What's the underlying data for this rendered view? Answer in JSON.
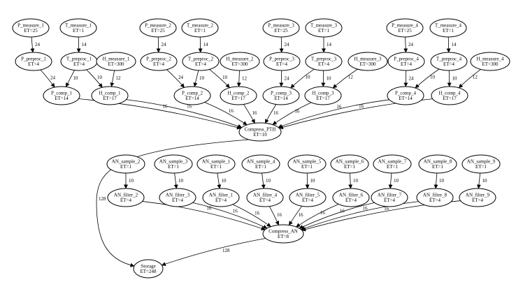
{
  "diagram": {
    "nodes": [
      {
        "id": "p_measure_1",
        "line1": "P_measure_1",
        "line2": "ET=25"
      },
      {
        "id": "t_measure_1",
        "line1": "T_measure_1",
        "line2": "ET=1"
      },
      {
        "id": "p_preproc_1",
        "line1": "P_preproc_1",
        "line2": "ET=4"
      },
      {
        "id": "t_preproc_1",
        "line1": "T_preproc_1",
        "line2": "ET=4"
      },
      {
        "id": "h_measure_1",
        "line1": "H_measure_1",
        "line2": "ET=300"
      },
      {
        "id": "p_comp_1",
        "line1": "P_comp_1",
        "line2": "ET=14"
      },
      {
        "id": "h_comp_1",
        "line1": "H_comp_1",
        "line2": "ET=17"
      },
      {
        "id": "p_measure_2",
        "line1": "P_measure_2",
        "line2": "ET=25"
      },
      {
        "id": "t_measure_2",
        "line1": "T_measure_2",
        "line2": "ET=1"
      },
      {
        "id": "p_preproc_2",
        "line1": "P_preproc_2",
        "line2": "ET=4"
      },
      {
        "id": "t_preproc_2",
        "line1": "T_preproc_2",
        "line2": "ET=4"
      },
      {
        "id": "h_measure_2",
        "line1": "H_measure_2",
        "line2": "ET=300"
      },
      {
        "id": "p_comp_2",
        "line1": "P_comp_2",
        "line2": "ET=14"
      },
      {
        "id": "h_comp_2",
        "line1": "H_comp_2",
        "line2": "ET=17"
      },
      {
        "id": "p_measure_3",
        "line1": "P_measure_3",
        "line2": "ET=25"
      },
      {
        "id": "t_measure_3",
        "line1": "T_measure_3",
        "line2": "ET=1"
      },
      {
        "id": "p_preproc_3",
        "line1": "P_preproc_3",
        "line2": "ET=4"
      },
      {
        "id": "t_preproc_3",
        "line1": "T_preproc_3",
        "line2": "ET=4"
      },
      {
        "id": "h_measure_3",
        "line1": "H_measure_3",
        "line2": "ET=300"
      },
      {
        "id": "p_comp_3",
        "line1": "P_comp_3",
        "line2": "ET=14"
      },
      {
        "id": "h_comp_3",
        "line1": "H_comp_3",
        "line2": "ET=17"
      },
      {
        "id": "p_measure_4",
        "line1": "P_measure_4",
        "line2": "ET=25"
      },
      {
        "id": "t_measure_4",
        "line1": "T_measure_4",
        "line2": "ET=1"
      },
      {
        "id": "p_preproc_4",
        "line1": "P_preproc_4",
        "line2": "ET=4"
      },
      {
        "id": "t_preproc_4",
        "line1": "T_preproc_4",
        "line2": "ET=4"
      },
      {
        "id": "h_measure_4",
        "line1": "H_measure_4",
        "line2": "ET=300"
      },
      {
        "id": "p_comp_4",
        "line1": "P_comp_4",
        "line2": "ET=14"
      },
      {
        "id": "h_comp_4",
        "line1": "H_comp_4",
        "line2": "ET=17"
      },
      {
        "id": "compress_pth",
        "line1": "Compress_PTH",
        "line2": "ET=10"
      },
      {
        "id": "an_sample_2",
        "line1": "AN_sample_2",
        "line2": "ET=1"
      },
      {
        "id": "an_sample_3",
        "line1": "AN_sample_3",
        "line2": "ET=1"
      },
      {
        "id": "an_sample_1",
        "line1": "AN_sample_1",
        "line2": "ET=1"
      },
      {
        "id": "an_sample_4",
        "line1": "AN_sample_4",
        "line2": "ET=1"
      },
      {
        "id": "an_sample_5",
        "line1": "AN_sample_5",
        "line2": "ET=1"
      },
      {
        "id": "an_sample_6",
        "line1": "AN_sample_6",
        "line2": "ET=1"
      },
      {
        "id": "an_sample_7",
        "line1": "AN_sample_7",
        "line2": "ET=1"
      },
      {
        "id": "an_sample_8",
        "line1": "AN_sample_8",
        "line2": "ET=1"
      },
      {
        "id": "an_sample_9",
        "line1": "AN_sample_9",
        "line2": "ET=1"
      },
      {
        "id": "an_filter_2",
        "line1": "AN_filter_2",
        "line2": "ET=4"
      },
      {
        "id": "an_filter_3",
        "line1": "AN_filter_3",
        "line2": "ET=4"
      },
      {
        "id": "an_filter_1",
        "line1": "AN_filter_1",
        "line2": "ET=4"
      },
      {
        "id": "an_filter_4",
        "line1": "AN_filter_4",
        "line2": "ET=4"
      },
      {
        "id": "an_filter_5",
        "line1": "AN_filter_5",
        "line2": "ET=4"
      },
      {
        "id": "an_filter_6",
        "line1": "AN_filter_6",
        "line2": "ET=4"
      },
      {
        "id": "an_filter_7",
        "line1": "AN_filter_7",
        "line2": "ET=4"
      },
      {
        "id": "an_filter_8",
        "line1": "AN_filter_8",
        "line2": "ET=4"
      },
      {
        "id": "an_filter_9",
        "line1": "AN_filter_9",
        "line2": "ET=4"
      },
      {
        "id": "compress_an",
        "line1": "Compress_AN",
        "line2": "ET=8"
      },
      {
        "id": "storage",
        "line1": "Storage",
        "line2": "ET=248"
      }
    ],
    "edges": [
      {
        "from": "p_measure_1",
        "to": "p_preproc_1",
        "label": "24"
      },
      {
        "from": "t_measure_1",
        "to": "t_preproc_1",
        "label": "14"
      },
      {
        "from": "p_preproc_1",
        "to": "p_comp_1",
        "label": "24"
      },
      {
        "from": "t_preproc_1",
        "to": "p_comp_1",
        "label": "10"
      },
      {
        "from": "t_preproc_1",
        "to": "h_comp_1",
        "label": "10"
      },
      {
        "from": "h_measure_1",
        "to": "h_comp_1",
        "label": "12"
      },
      {
        "from": "p_comp_1",
        "to": "compress_pth",
        "label": "16"
      },
      {
        "from": "h_comp_1",
        "to": "compress_pth",
        "label": "16"
      },
      {
        "from": "p_measure_2",
        "to": "p_preproc_2",
        "label": "24"
      },
      {
        "from": "t_measure_2",
        "to": "t_preproc_2",
        "label": "14"
      },
      {
        "from": "p_preproc_2",
        "to": "p_comp_2",
        "label": "24"
      },
      {
        "from": "t_preproc_2",
        "to": "p_comp_2",
        "label": "10"
      },
      {
        "from": "t_preproc_2",
        "to": "h_comp_2",
        "label": "10"
      },
      {
        "from": "h_measure_2",
        "to": "h_comp_2",
        "label": "12"
      },
      {
        "from": "p_comp_2",
        "to": "compress_pth",
        "label": "16"
      },
      {
        "from": "h_comp_2",
        "to": "compress_pth",
        "label": "16"
      },
      {
        "from": "p_measure_3",
        "to": "p_preproc_3",
        "label": "24"
      },
      {
        "from": "t_measure_3",
        "to": "t_preproc_3",
        "label": "14"
      },
      {
        "from": "p_preproc_3",
        "to": "p_comp_3",
        "label": "24"
      },
      {
        "from": "t_preproc_3",
        "to": "p_comp_3",
        "label": "10"
      },
      {
        "from": "t_preproc_3",
        "to": "h_comp_3",
        "label": "10"
      },
      {
        "from": "h_measure_3",
        "to": "h_comp_3",
        "label": "12"
      },
      {
        "from": "p_comp_3",
        "to": "compress_pth",
        "label": "16"
      },
      {
        "from": "h_comp_3",
        "to": "compress_pth",
        "label": "16"
      },
      {
        "from": "p_measure_4",
        "to": "p_preproc_4",
        "label": "24"
      },
      {
        "from": "t_measure_4",
        "to": "t_preproc_4",
        "label": "14"
      },
      {
        "from": "p_preproc_4",
        "to": "p_comp_4",
        "label": "24"
      },
      {
        "from": "t_preproc_4",
        "to": "p_comp_4",
        "label": "10"
      },
      {
        "from": "t_preproc_4",
        "to": "h_comp_4",
        "label": "10"
      },
      {
        "from": "h_measure_4",
        "to": "h_comp_4",
        "label": "12"
      },
      {
        "from": "p_comp_4",
        "to": "compress_pth",
        "label": "16"
      },
      {
        "from": "h_comp_4",
        "to": "compress_pth",
        "label": "16"
      },
      {
        "from": "compress_pth",
        "to": "storage",
        "label": "128"
      },
      {
        "from": "an_sample_2",
        "to": "an_filter_2",
        "label": "10"
      },
      {
        "from": "an_sample_3",
        "to": "an_filter_3",
        "label": "10"
      },
      {
        "from": "an_sample_1",
        "to": "an_filter_1",
        "label": "10"
      },
      {
        "from": "an_sample_4",
        "to": "an_filter_4",
        "label": "10"
      },
      {
        "from": "an_sample_5",
        "to": "an_filter_5",
        "label": "10"
      },
      {
        "from": "an_sample_6",
        "to": "an_filter_6",
        "label": "10"
      },
      {
        "from": "an_sample_7",
        "to": "an_filter_7",
        "label": "10"
      },
      {
        "from": "an_sample_8",
        "to": "an_filter_8",
        "label": "10"
      },
      {
        "from": "an_sample_9",
        "to": "an_filter_9",
        "label": "10"
      },
      {
        "from": "an_filter_2",
        "to": "compress_an",
        "label": "16"
      },
      {
        "from": "an_filter_3",
        "to": "compress_an",
        "label": "16"
      },
      {
        "from": "an_filter_1",
        "to": "compress_an",
        "label": "16"
      },
      {
        "from": "an_filter_4",
        "to": "compress_an",
        "label": "16"
      },
      {
        "from": "an_filter_5",
        "to": "compress_an",
        "label": "16"
      },
      {
        "from": "an_filter_6",
        "to": "compress_an",
        "label": "16"
      },
      {
        "from": "an_filter_7",
        "to": "compress_an",
        "label": "16"
      },
      {
        "from": "an_filter_8",
        "to": "compress_an",
        "label": "16"
      },
      {
        "from": "an_filter_9",
        "to": "compress_an",
        "label": "16"
      },
      {
        "from": "compress_an",
        "to": "storage",
        "label": "128"
      }
    ]
  }
}
